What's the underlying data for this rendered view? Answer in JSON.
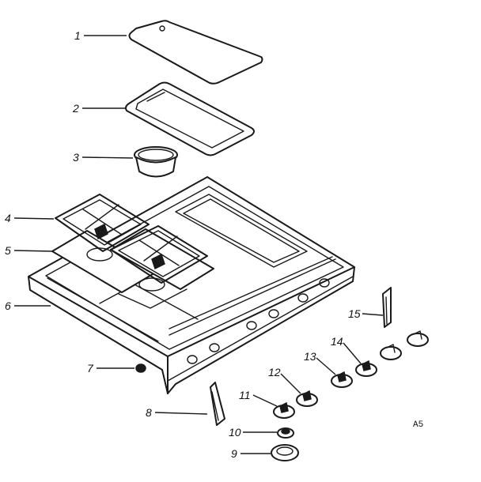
{
  "callouts": [
    {
      "label": "1"
    },
    {
      "label": "2"
    },
    {
      "label": "3"
    },
    {
      "label": "4"
    },
    {
      "label": "5"
    },
    {
      "label": "6"
    },
    {
      "label": "7"
    },
    {
      "label": "8"
    },
    {
      "label": "9"
    },
    {
      "label": "10"
    },
    {
      "label": "11"
    },
    {
      "label": "12"
    },
    {
      "label": "13"
    },
    {
      "label": "14"
    },
    {
      "label": "15"
    }
  ],
  "drawing_code": "A5"
}
